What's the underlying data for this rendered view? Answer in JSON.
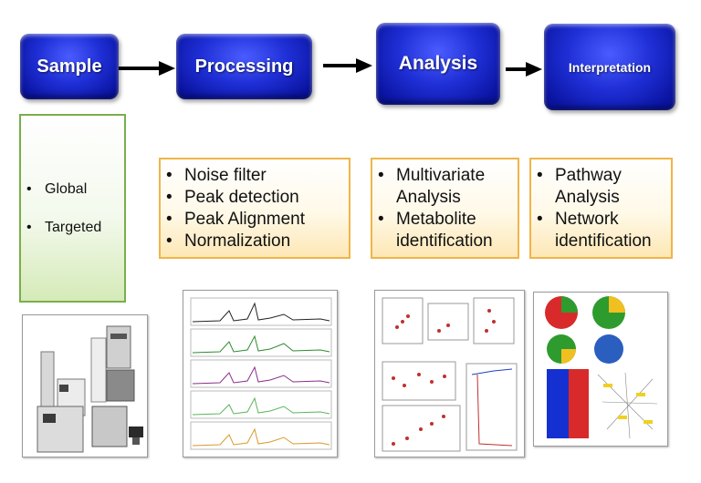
{
  "stages": [
    {
      "label": "Sample"
    },
    {
      "label": "Processing"
    },
    {
      "label": "Analysis"
    },
    {
      "label": "Interpretation"
    }
  ],
  "sample_box": {
    "items": [
      "Global",
      "Targeted"
    ]
  },
  "processing_box": {
    "items": [
      "Noise filter",
      "Peak detection",
      "Peak Alignment",
      "Normalization"
    ]
  },
  "analysis_box": {
    "items": [
      "Multivariate Analysis",
      "Metabolite identification"
    ]
  },
  "interpretation_box": {
    "items": [
      "Pathway Analysis",
      "Network identification"
    ]
  },
  "colors": {
    "stage_blue": "#1f2fd6",
    "box_orange_border": "#f0b548",
    "box_green_border": "#7aae4a"
  }
}
